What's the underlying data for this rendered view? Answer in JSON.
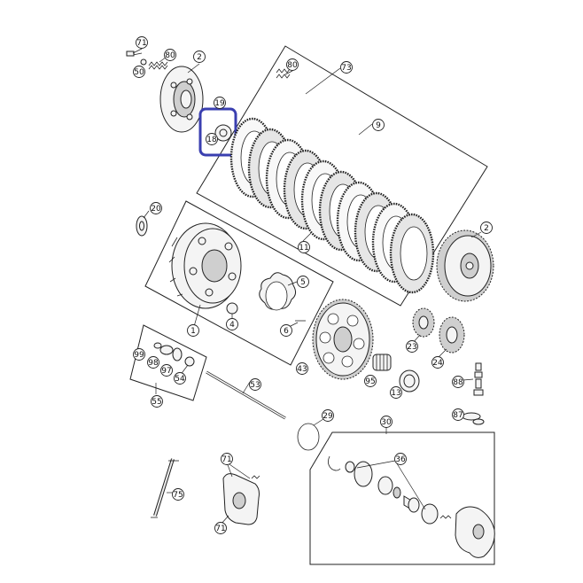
{
  "callouts": [
    {
      "id": "c71a",
      "label": "71"
    },
    {
      "id": "c80a",
      "label": "80"
    },
    {
      "id": "c50",
      "label": "50"
    },
    {
      "id": "c2a",
      "label": "2"
    },
    {
      "id": "c19",
      "label": "19"
    },
    {
      "id": "c18",
      "label": "18"
    },
    {
      "id": "c80b",
      "label": "80"
    },
    {
      "id": "c73",
      "label": "73"
    },
    {
      "id": "c9",
      "label": "9"
    },
    {
      "id": "c20",
      "label": "20"
    },
    {
      "id": "c11",
      "label": "11"
    },
    {
      "id": "c2b",
      "label": "2"
    },
    {
      "id": "c5",
      "label": "5"
    },
    {
      "id": "c4",
      "label": "4"
    },
    {
      "id": "c1",
      "label": "1"
    },
    {
      "id": "c6",
      "label": "6"
    },
    {
      "id": "c99",
      "label": "99"
    },
    {
      "id": "c98",
      "label": "98"
    },
    {
      "id": "c97",
      "label": "97"
    },
    {
      "id": "c54",
      "label": "54"
    },
    {
      "id": "c55",
      "label": "55"
    },
    {
      "id": "c53",
      "label": "53"
    },
    {
      "id": "c43",
      "label": "43"
    },
    {
      "id": "c23",
      "label": "23"
    },
    {
      "id": "c24",
      "label": "24"
    },
    {
      "id": "c95",
      "label": "95"
    },
    {
      "id": "c13",
      "label": "13"
    },
    {
      "id": "c88",
      "label": "88"
    },
    {
      "id": "c87",
      "label": "87"
    },
    {
      "id": "c29",
      "label": "29"
    },
    {
      "id": "c30",
      "label": "30"
    },
    {
      "id": "c36",
      "label": "36"
    },
    {
      "id": "c71b",
      "label": "71"
    },
    {
      "id": "c71c",
      "label": "71"
    },
    {
      "id": "c75",
      "label": "75"
    }
  ],
  "highlight": {
    "color": "#3a3fb0"
  }
}
